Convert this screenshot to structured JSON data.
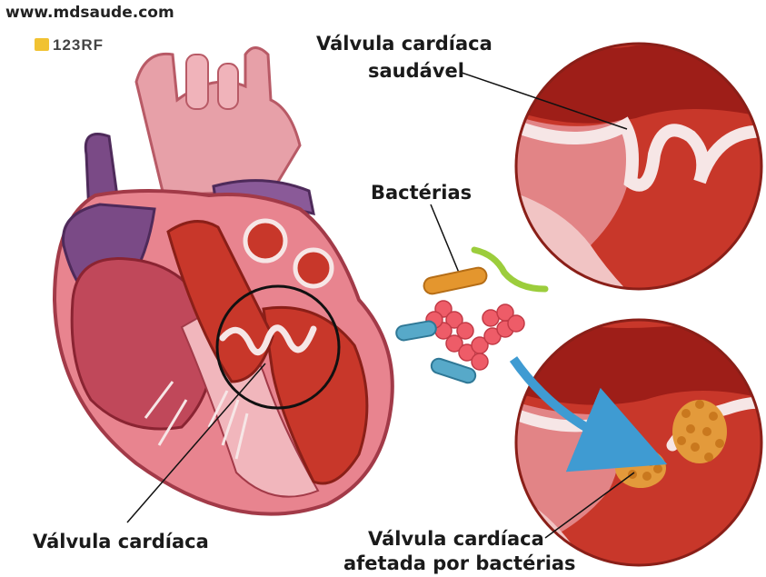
{
  "watermark": {
    "site": "www.mdsaude.com",
    "stock_logo": "123RF"
  },
  "labels": {
    "healthy_valve_line1": "Válvula cardíaca",
    "healthy_valve_line2": "saudável",
    "bacteria": "Bactérias",
    "heart_valve": "Válvula cardíaca",
    "affected_valve_line1": "Válvula cardíaca",
    "affected_valve_line2": "afetada por bactérias"
  },
  "colors": {
    "tissue_red": "#c8372a",
    "dark_red": "#9e1e18",
    "pink": "#e7a0a8",
    "purple": "#7a4a86",
    "valve_white": "#f6e6e6",
    "bacteria_orange": "#e4962e",
    "bacteria_pink": "#ee5c68",
    "bacteria_blue": "#57a9c9",
    "bacteria_green": "#9ccd3c",
    "arrow_blue": "#3f9bd2"
  }
}
